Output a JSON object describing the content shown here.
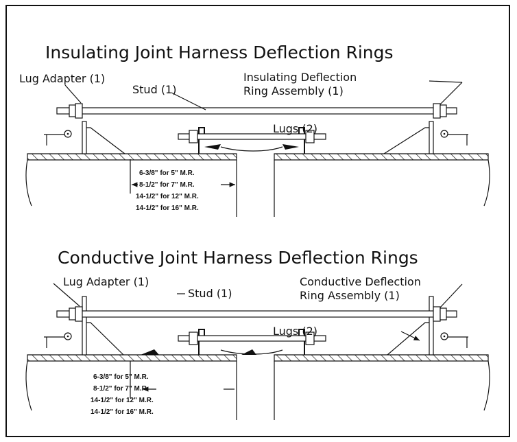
{
  "top": {
    "title": "Insulating Joint Harness Deflection Rings",
    "lug_adapter": "Lug Adapter (1)",
    "stud": "Stud (1)",
    "ring_line1": "Insulating Deflection",
    "ring_line2": "Ring Assembly (1)",
    "lugs": "Lugs (2)",
    "dims": [
      "6-3/8\" for 5\" M.R.",
      "8-1/2\" for 7\" M.R.",
      "14-1/2\" for 12\" M.R.",
      "14-1/2\" for 16\" M.R."
    ]
  },
  "bottom": {
    "title": "Conductive Joint Harness Deflection Rings",
    "lug_adapter": "Lug Adapter (1)",
    "stud": "Stud (1)",
    "ring_line1": "Conductive Deflection",
    "ring_line2": "Ring Assembly (1)",
    "lugs": "Lugs (2)",
    "dims": [
      "6-3/8\" for 5\" M.R.",
      "8-1/2\" for 7\" M.R.",
      "14-1/2\" for 12\" M.R.",
      "14-1/2\" for 16\" M.R."
    ]
  }
}
